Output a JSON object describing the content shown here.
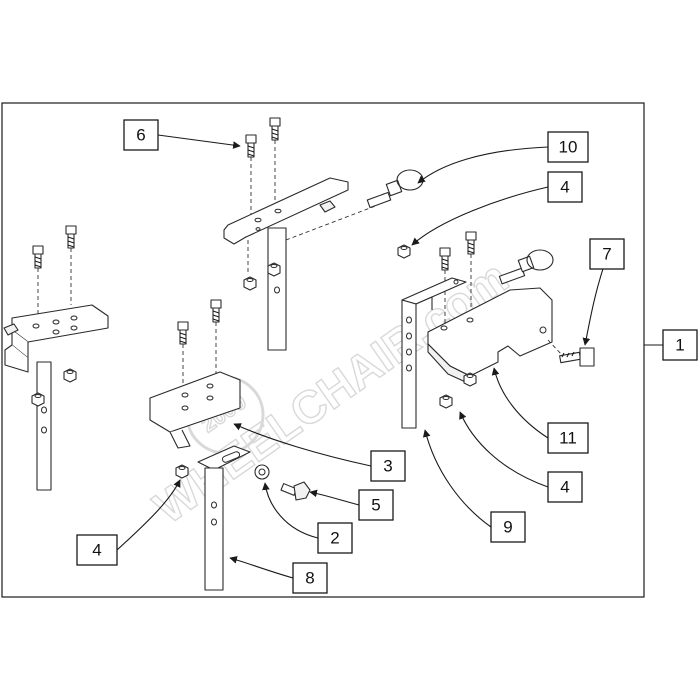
{
  "watermark": {
    "text": "WHEELCHAIR.com"
  },
  "callouts": [
    {
      "id": "c1",
      "label": "1"
    },
    {
      "id": "c2",
      "label": "2"
    },
    {
      "id": "c3",
      "label": "3"
    },
    {
      "id": "c4a",
      "label": "4"
    },
    {
      "id": "c4b",
      "label": "4"
    },
    {
      "id": "c4c",
      "label": "4"
    },
    {
      "id": "c5",
      "label": "5"
    },
    {
      "id": "c6",
      "label": "6"
    },
    {
      "id": "c7",
      "label": "7"
    },
    {
      "id": "c8",
      "label": "8"
    },
    {
      "id": "c9",
      "label": "9"
    },
    {
      "id": "c10",
      "label": "10"
    },
    {
      "id": "c11",
      "label": "11"
    }
  ],
  "colors": {
    "line": "#1a1a1a",
    "background": "#ffffff",
    "watermark": "#d9d9d9"
  }
}
